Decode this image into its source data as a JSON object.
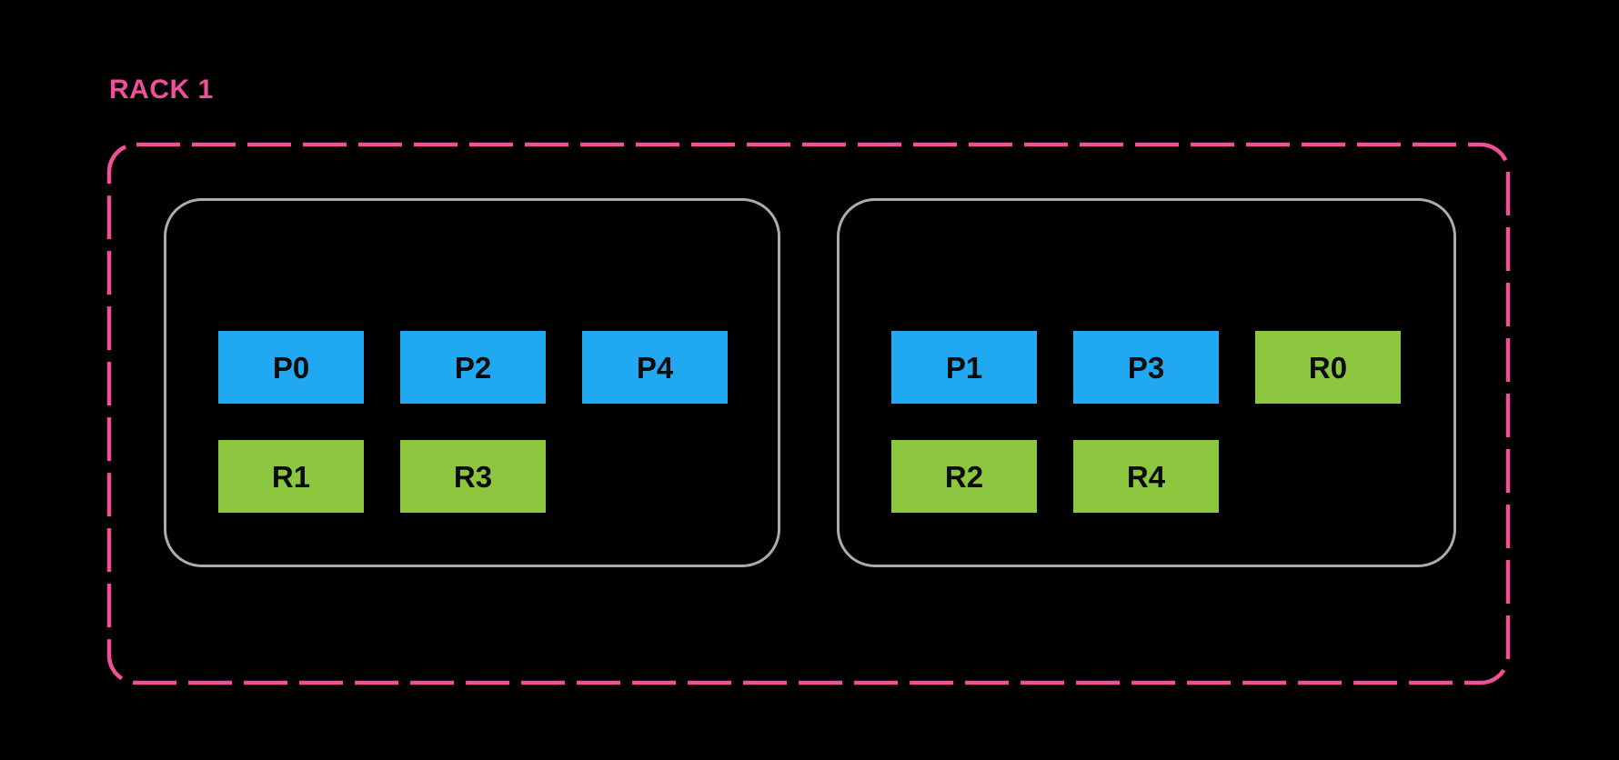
{
  "rack": {
    "title": "RACK 1",
    "nodes": [
      {
        "id": "node-1",
        "rows": [
          [
            {
              "label": "P0",
              "role": "primary"
            },
            {
              "label": "P2",
              "role": "primary"
            },
            {
              "label": "P4",
              "role": "primary"
            }
          ],
          [
            {
              "label": "R1",
              "role": "replica"
            },
            {
              "label": "R3",
              "role": "replica"
            }
          ]
        ]
      },
      {
        "id": "node-2",
        "rows": [
          [
            {
              "label": "P1",
              "role": "primary"
            },
            {
              "label": "P3",
              "role": "primary"
            },
            {
              "label": "R0",
              "role": "replica"
            }
          ],
          [
            {
              "label": "R2",
              "role": "replica"
            },
            {
              "label": "R4",
              "role": "replica"
            }
          ]
        ]
      }
    ]
  },
  "colors": {
    "background": "#000000",
    "rack_pink": "#F05098",
    "node_border": "#ACACAC",
    "primary_blue": "#20A8F0",
    "replica_green": "#8DC63F",
    "slot_text": "#0A0A0A"
  }
}
